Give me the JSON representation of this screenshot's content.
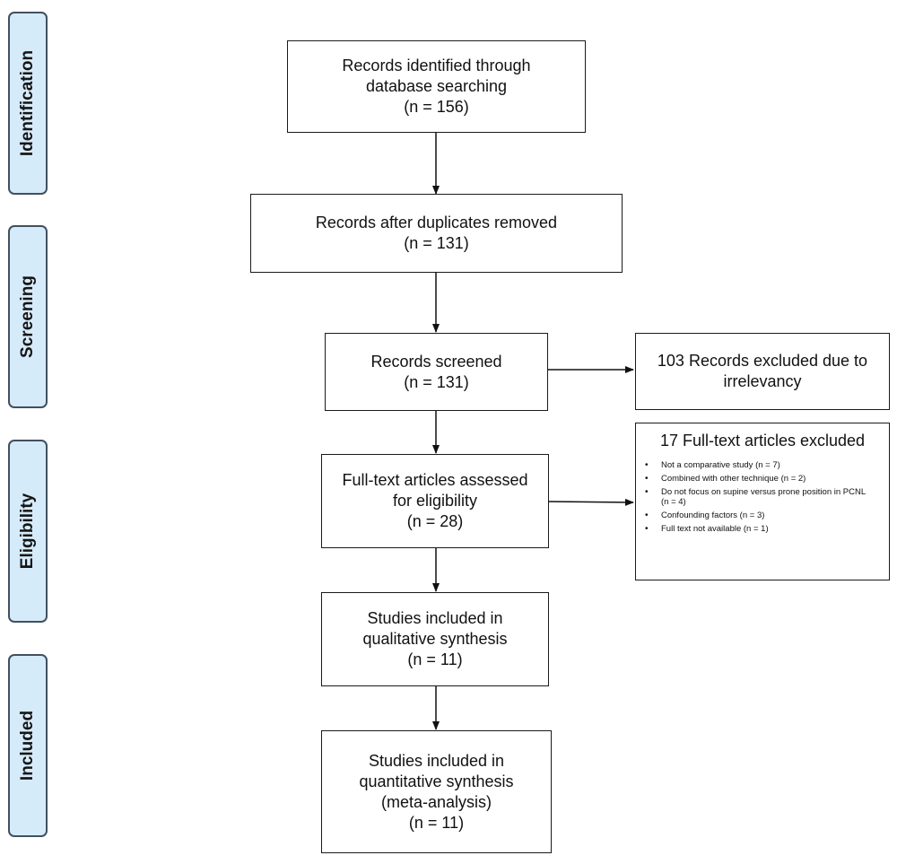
{
  "stages": [
    {
      "label": "Identification"
    },
    {
      "label": "Screening"
    },
    {
      "label": "Eligibility"
    },
    {
      "label": "Included"
    }
  ],
  "boxes": {
    "identified": {
      "lines": [
        "Records identified through",
        "database searching",
        "(n = 156)"
      ]
    },
    "duplicates": {
      "lines": [
        "Records after duplicates removed",
        "(n = 131)"
      ]
    },
    "screened": {
      "lines": [
        "Records screened",
        "(n = 131)"
      ]
    },
    "excluded_screen": {
      "lines": [
        "103 Records excluded due to",
        "irrelevancy"
      ]
    },
    "fulltext": {
      "lines": [
        "Full-text articles assessed",
        "for eligibility",
        "(n = 28)"
      ]
    },
    "qualitative": {
      "lines": [
        "Studies included in",
        "qualitative synthesis",
        "(n = 11)"
      ]
    },
    "quantitative": {
      "lines": [
        "Studies included in",
        "quantitative synthesis",
        "(meta-analysis)",
        "(n = 11)"
      ]
    }
  },
  "excluded_fulltext": {
    "title": "17 Full-text articles excluded",
    "items": [
      "Not a comparative study (n = 7)",
      "Combined with other technique (n = 2)",
      "Do not focus on supine versus prone position in PCNL (n = 4)",
      "Confounding factors (n = 3)",
      "Full text not available (n = 1)"
    ]
  }
}
